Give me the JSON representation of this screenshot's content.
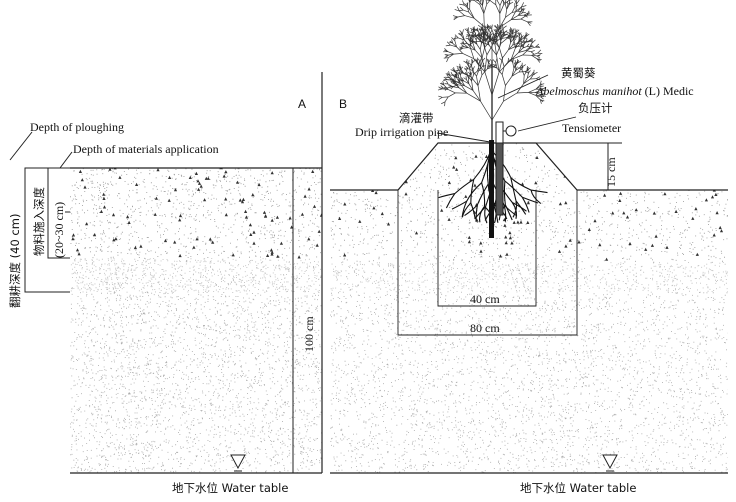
{
  "panels": {
    "a": "A",
    "b": "B"
  },
  "left": {
    "ploughing_depth": "Depth of ploughing",
    "materials_depth": "Depth of materials application",
    "cn_ploughing": "翻耕深度 (40 cm)",
    "cn_materials": "物料施入深度",
    "materials_range": "(20~30 cm)",
    "depth_100": "100 cm",
    "water_table": "地下水位 Water table"
  },
  "right": {
    "plant_cn": "黄蜀葵",
    "plant_species": "Abelmoschus manihot",
    "plant_authority": " (L) Medic",
    "drip_cn": "滴灌带",
    "drip_en": "Drip irrigation pipe",
    "tensiometer_cn": "负压计",
    "tensiometer_en": "Tensiometer",
    "ridge_height": "15 cm",
    "width_inner": "40 cm",
    "width_outer": "80 cm",
    "water_table": "地下水位 Water table"
  }
}
